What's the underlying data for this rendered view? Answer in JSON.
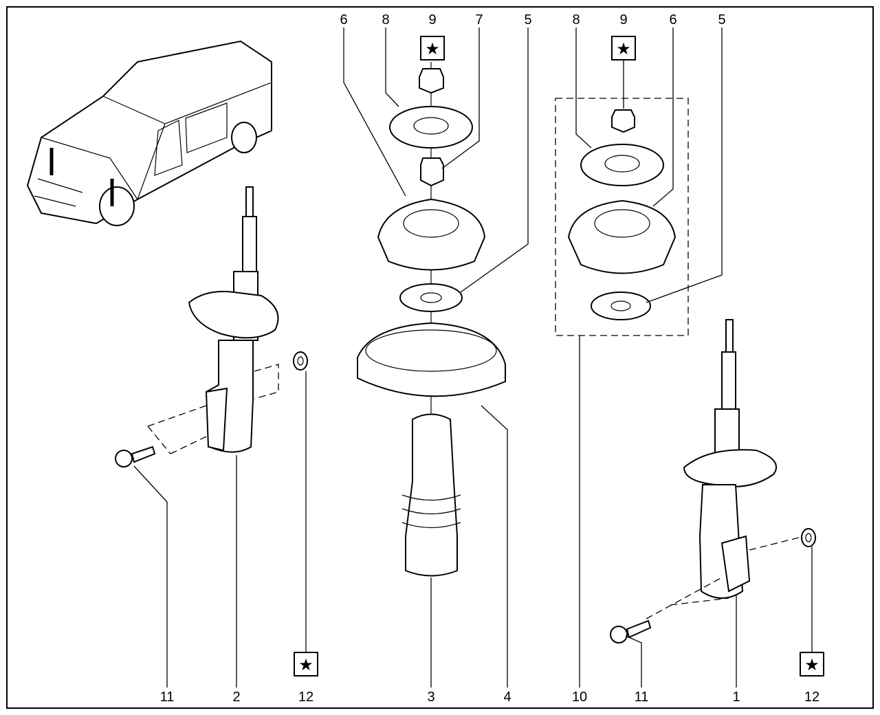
{
  "diagram": {
    "top_labels": [
      "6",
      "8",
      "9",
      "7",
      "5",
      "8",
      "9",
      "6",
      "5"
    ],
    "bottom_labels": [
      "11",
      "2",
      "12",
      "3",
      "4",
      "10",
      "11",
      "1",
      "12"
    ],
    "star_symbol": "★",
    "colors": {
      "line": "#000000",
      "background": "#ffffff"
    }
  }
}
